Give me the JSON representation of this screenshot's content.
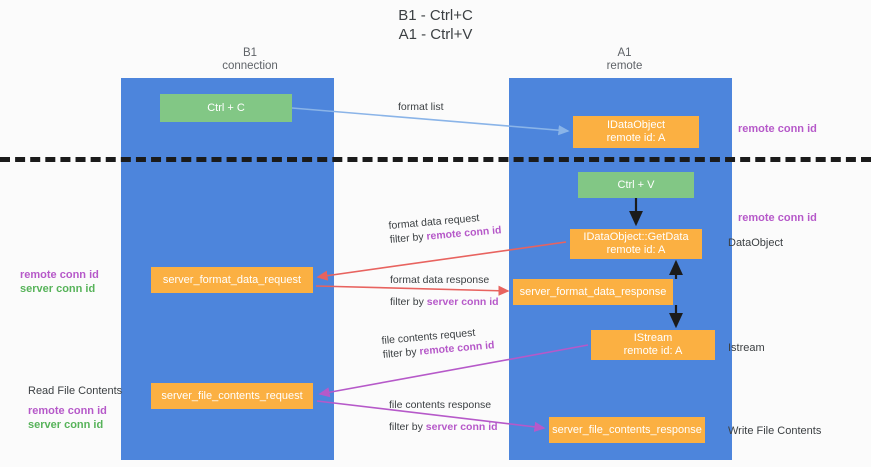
{
  "title": "B1 - Ctrl+C\nA1 - Ctrl+V",
  "columns": {
    "left": "B1\nconnection",
    "right": "A1\nremote"
  },
  "colors": {
    "lane": "#4d85dc",
    "green_node": "#82c785",
    "orange_node": "#fbb042",
    "divider": "#1b1b1b",
    "purple_text": "#b659c9",
    "green_text": "#57b35a",
    "arrow_blue": "#8ab4e8",
    "arrow_red": "#e8635f",
    "arrow_purple": "#b659c9",
    "arrow_black": "#1b1b1b"
  },
  "nodes": {
    "ctrl_c": {
      "line1": "Ctrl + C"
    },
    "idataobject": {
      "line1": "IDataObject",
      "line2": "remote id: A"
    },
    "ctrl_v": {
      "line1": "Ctrl + V"
    },
    "getdata": {
      "line1": "IDataObject::GetData",
      "line2": "remote id: A"
    },
    "server_format_data_request": {
      "line1": "server_format_data_request"
    },
    "server_format_data_response": {
      "line1": "server_format_data_response"
    },
    "istream": {
      "line1": "IStream",
      "line2": "remote id: A"
    },
    "server_file_contents_request": {
      "line1": "server_file_contents_request"
    },
    "server_file_contents_response": {
      "line1": "server_file_contents_response"
    }
  },
  "edge_labels": {
    "format_list": "format list",
    "format_data_request": "format data request",
    "format_data_request_filter_prefix": "filter by ",
    "format_data_request_filter_key": "remote conn id",
    "format_data_response": "format data response",
    "format_data_response_filter_prefix": "filter by ",
    "format_data_response_filter_key": "server conn id",
    "file_contents_request": "file contents request",
    "file_contents_request_filter_prefix": "filter by ",
    "file_contents_request_filter_key": "remote conn id",
    "file_contents_response": "file contents response",
    "file_contents_response_filter_prefix": "filter by ",
    "file_contents_response_filter_key": "server conn id"
  },
  "annotations": {
    "right_remote_conn_id_top": "remote conn id",
    "right_remote_conn_id_mid": "remote conn id",
    "right_dataobject": "DataObject",
    "right_istream": "Istream",
    "right_write_file_contents": "Write File Contents",
    "left_remote_conn_id": "remote conn id",
    "left_server_conn_id": "server conn id",
    "left_read_file_contents": "Read File Contents",
    "left_remote_conn_id_2": "remote conn id",
    "left_server_conn_id_2": "server conn id"
  }
}
